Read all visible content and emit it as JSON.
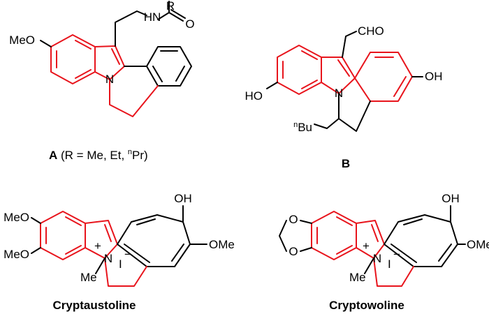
{
  "colors": {
    "scaffold": "#e8141c",
    "bonds": "#000000",
    "background": "#ffffff"
  },
  "compounds": [
    {
      "id": "A",
      "labels": {
        "methoxy": "MeO",
        "amide_nh": "HN",
        "r_group": "R",
        "carbonyl_o": "O",
        "ring_n": "N"
      },
      "caption": {
        "letter": "A",
        "text": "(R = Me, Et, ",
        "super": "n",
        "tail": "Pr)"
      }
    },
    {
      "id": "B",
      "labels": {
        "aldehyde": "CHO",
        "hydroxy_left": "HO",
        "hydroxy_right": "OH",
        "ring_n": "N",
        "butyl_prefix": "n",
        "butyl": "Bu"
      },
      "caption": {
        "letter": "B"
      }
    },
    {
      "id": "Cryptaustoline",
      "labels": {
        "methoxy_top": "MeO",
        "methoxy_bottom": "MeO",
        "hydroxy": "OH",
        "methoxy_right": "OMe",
        "ring_n": "N",
        "charge": "+",
        "counterion": "I",
        "counterion_charge": "−",
        "n_methyl": "Me"
      },
      "caption": {
        "name": "Cryptaustoline"
      }
    },
    {
      "id": "Cryptowoline",
      "labels": {
        "oxygen_top": "O",
        "oxygen_bottom": "O",
        "hydroxy": "OH",
        "methoxy_right": "OMe",
        "ring_n": "N",
        "charge": "+",
        "counterion": "I",
        "counterion_charge": "−",
        "n_methyl": "Me"
      },
      "caption": {
        "name": "Cryptowoline"
      }
    }
  ]
}
